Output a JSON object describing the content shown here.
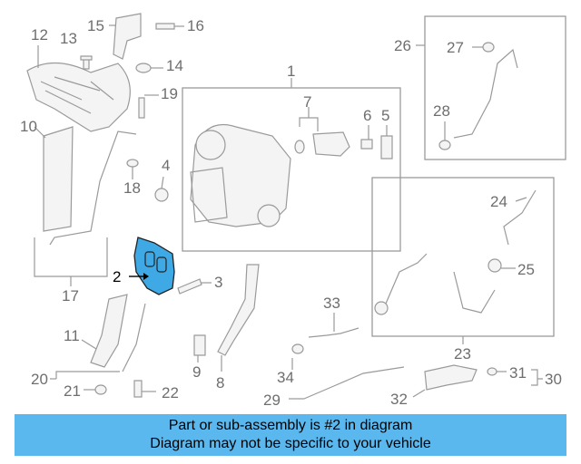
{
  "callouts": [
    {
      "id": "c1",
      "text": "1"
    },
    {
      "id": "c2",
      "text": "2",
      "highlight": true
    },
    {
      "id": "c3",
      "text": "3"
    },
    {
      "id": "c4",
      "text": "4"
    },
    {
      "id": "c5",
      "text": "5"
    },
    {
      "id": "c6",
      "text": "6"
    },
    {
      "id": "c7",
      "text": "7"
    },
    {
      "id": "c8",
      "text": "8"
    },
    {
      "id": "c9",
      "text": "9"
    },
    {
      "id": "c10",
      "text": "10"
    },
    {
      "id": "c11",
      "text": "11"
    },
    {
      "id": "c12",
      "text": "12"
    },
    {
      "id": "c13",
      "text": "13"
    },
    {
      "id": "c14",
      "text": "14"
    },
    {
      "id": "c15",
      "text": "15"
    },
    {
      "id": "c16",
      "text": "16"
    },
    {
      "id": "c17",
      "text": "17"
    },
    {
      "id": "c18",
      "text": "18"
    },
    {
      "id": "c19",
      "text": "19"
    },
    {
      "id": "c20",
      "text": "20"
    },
    {
      "id": "c21",
      "text": "21"
    },
    {
      "id": "c22",
      "text": "22"
    },
    {
      "id": "c23",
      "text": "23"
    },
    {
      "id": "c24",
      "text": "24"
    },
    {
      "id": "c25",
      "text": "25"
    },
    {
      "id": "c26",
      "text": "26"
    },
    {
      "id": "c27",
      "text": "27"
    },
    {
      "id": "c28",
      "text": "28"
    },
    {
      "id": "c29",
      "text": "29"
    },
    {
      "id": "c30",
      "text": "30"
    },
    {
      "id": "c31",
      "text": "31"
    },
    {
      "id": "c32",
      "text": "32"
    },
    {
      "id": "c33",
      "text": "33"
    },
    {
      "id": "c34",
      "text": "34"
    }
  ],
  "banner": {
    "line1": "Part or sub-assembly is #2 in diagram",
    "line2": "Diagram may not be specific to your vehicle"
  },
  "colors": {
    "banner_bg": "#5bb8ef",
    "highlight_part": "#3fa9e6",
    "line_art": "#9a9a9a"
  }
}
